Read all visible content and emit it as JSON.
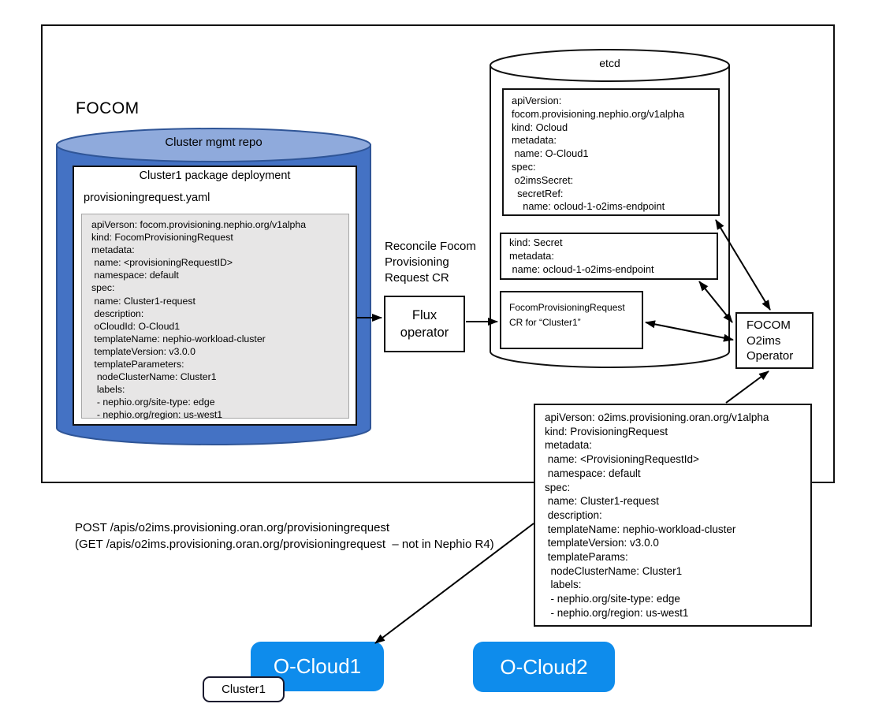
{
  "title": "FOCOM",
  "repo": {
    "title": "Cluster mgmt repo",
    "package_title": "Cluster1 package deployment",
    "filename": "provisioningrequest.yaml",
    "yaml": "apiVerson: focom.provisioning.nephio.org/v1alpha\nkind: FocomProvisioningRequest\nmetadata:\n name: <provisioningRequestID>\n namespace: default\nspec:\n name: Cluster1-request\n description:\n oCloudId: O-Cloud1\n templateName: nephio-workload-cluster\n templateVersion: v3.0.0\n templateParameters:\n  nodeClusterName: Cluster1\n  labels:\n  - nephio.org/site-type: edge\n  - nephio.org/region: us-west1"
  },
  "reconcile_note": "Reconcile Focom\nProvisioning\nRequest CR",
  "flux_operator": "Flux\noperator",
  "etcd": {
    "title": "etcd",
    "ocloud_cr": "apiVersion:\nfocom.provisioning.nephio.org/v1alpha\nkind: Ocloud\nmetadata:\n name: O-Cloud1\nspec:\n o2imsSecret:\n  secretRef:\n    name: ocloud-1-o2ims-endpoint",
    "secret_cr": "kind: Secret\nmetadata:\n name: ocloud-1-o2ims-endpoint",
    "fpr_cr": "FocomProvisioningRequest\nCR for “Cluster1”"
  },
  "operator": "FOCOM\nO2ims\nOperator",
  "provisioning_request_cr": "apiVerson: o2ims.provisioning.oran.org/v1alpha\nkind: ProvisioningRequest\nmetadata:\n name: <ProvisioningRequestId>\n namespace: default\nspec:\n name: Cluster1-request\n description:\n templateName: nephio-workload-cluster\n templateVersion: v3.0.0\n templateParams:\n  nodeClusterName: Cluster1\n  labels:\n  - nephio.org/site-type: edge\n  - nephio.org/region: us-west1",
  "api_note": "POST /apis/o2ims.provisioning.oran.org/provisioningrequest\n(GET /apis/o2ims.provisioning.oran.org/provisioningrequest  – not in Nephio R4)",
  "clouds": {
    "ocloud1": "O-Cloud1",
    "ocloud2": "O-Cloud2",
    "cluster1": "Cluster1"
  },
  "colors": {
    "accent_blue": "#0E8CEC",
    "cylinder_blue": "#4472C4",
    "cylinder_light": "#8FAADC",
    "cylinder_stroke": "#2F5597",
    "gray_fill": "#E7E6E6"
  }
}
